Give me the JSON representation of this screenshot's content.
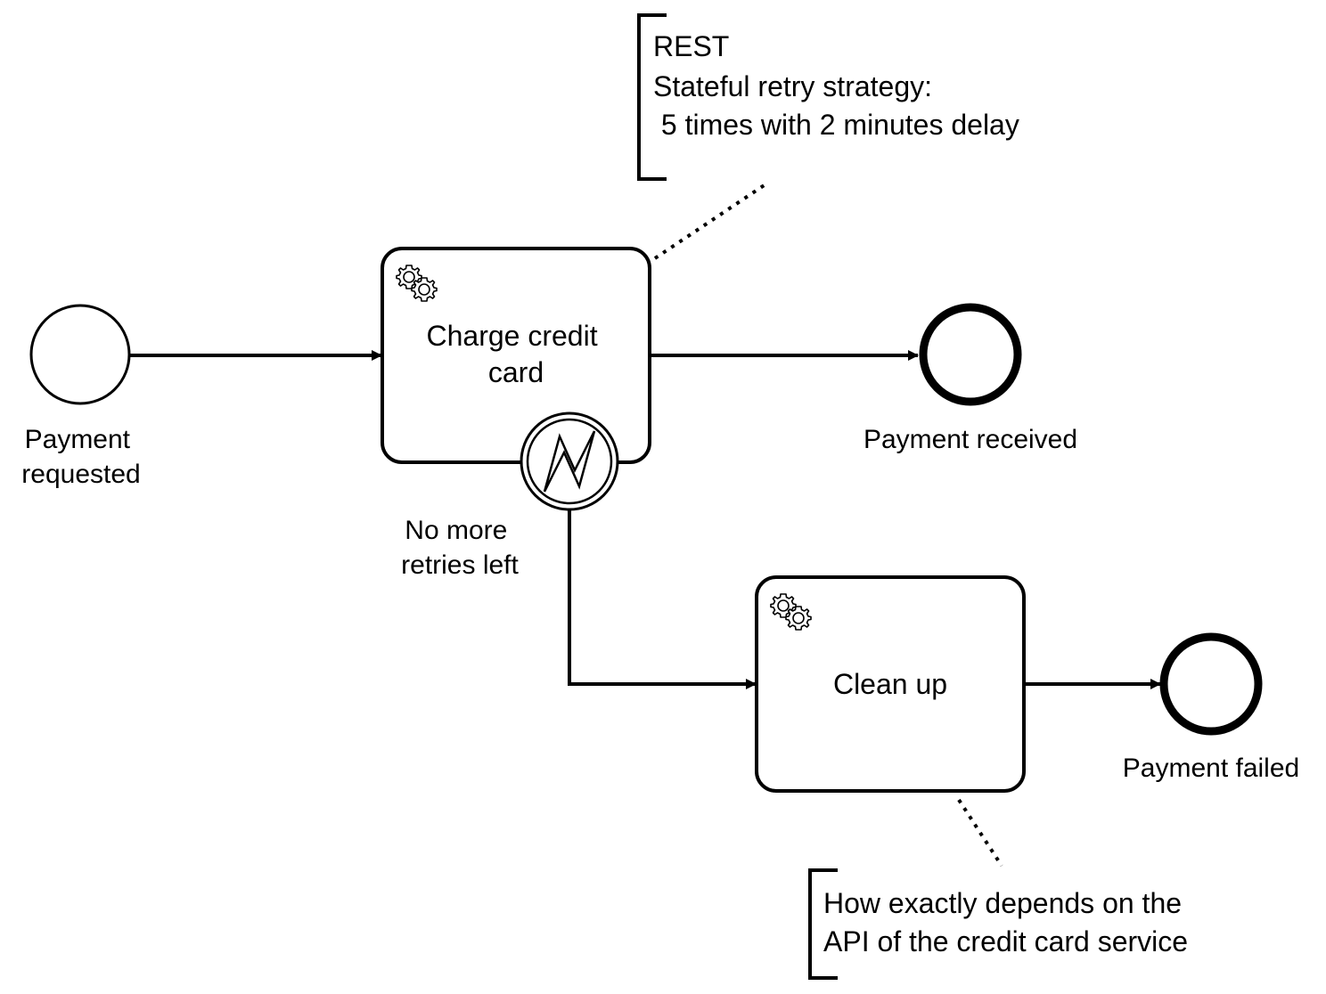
{
  "diagram": {
    "type": "bpmn-process",
    "start_event": {
      "label_lines": [
        "Payment",
        "requested"
      ]
    },
    "tasks": [
      {
        "id": "charge",
        "kind": "service-task",
        "label_lines": [
          "Charge credit",
          "card"
        ],
        "icon": "gears-icon"
      },
      {
        "id": "cleanup",
        "kind": "service-task",
        "label_lines": [
          "Clean up"
        ],
        "icon": "gears-icon"
      }
    ],
    "boundary_event": {
      "kind": "error",
      "icon": "lightning-icon",
      "label_lines": [
        "No more",
        "retries left"
      ]
    },
    "end_events": [
      {
        "id": "received",
        "label_lines": [
          "Payment received"
        ]
      },
      {
        "id": "failed",
        "label_lines": [
          "Payment failed"
        ]
      }
    ],
    "annotations": [
      {
        "id": "retry-note",
        "lines": [
          "REST",
          "Stateful retry strategy:",
          " 5 times with 2 minutes delay"
        ]
      },
      {
        "id": "cleanup-note",
        "lines": [
          "How exactly depends on the",
          "API of the credit card service"
        ]
      }
    ]
  }
}
